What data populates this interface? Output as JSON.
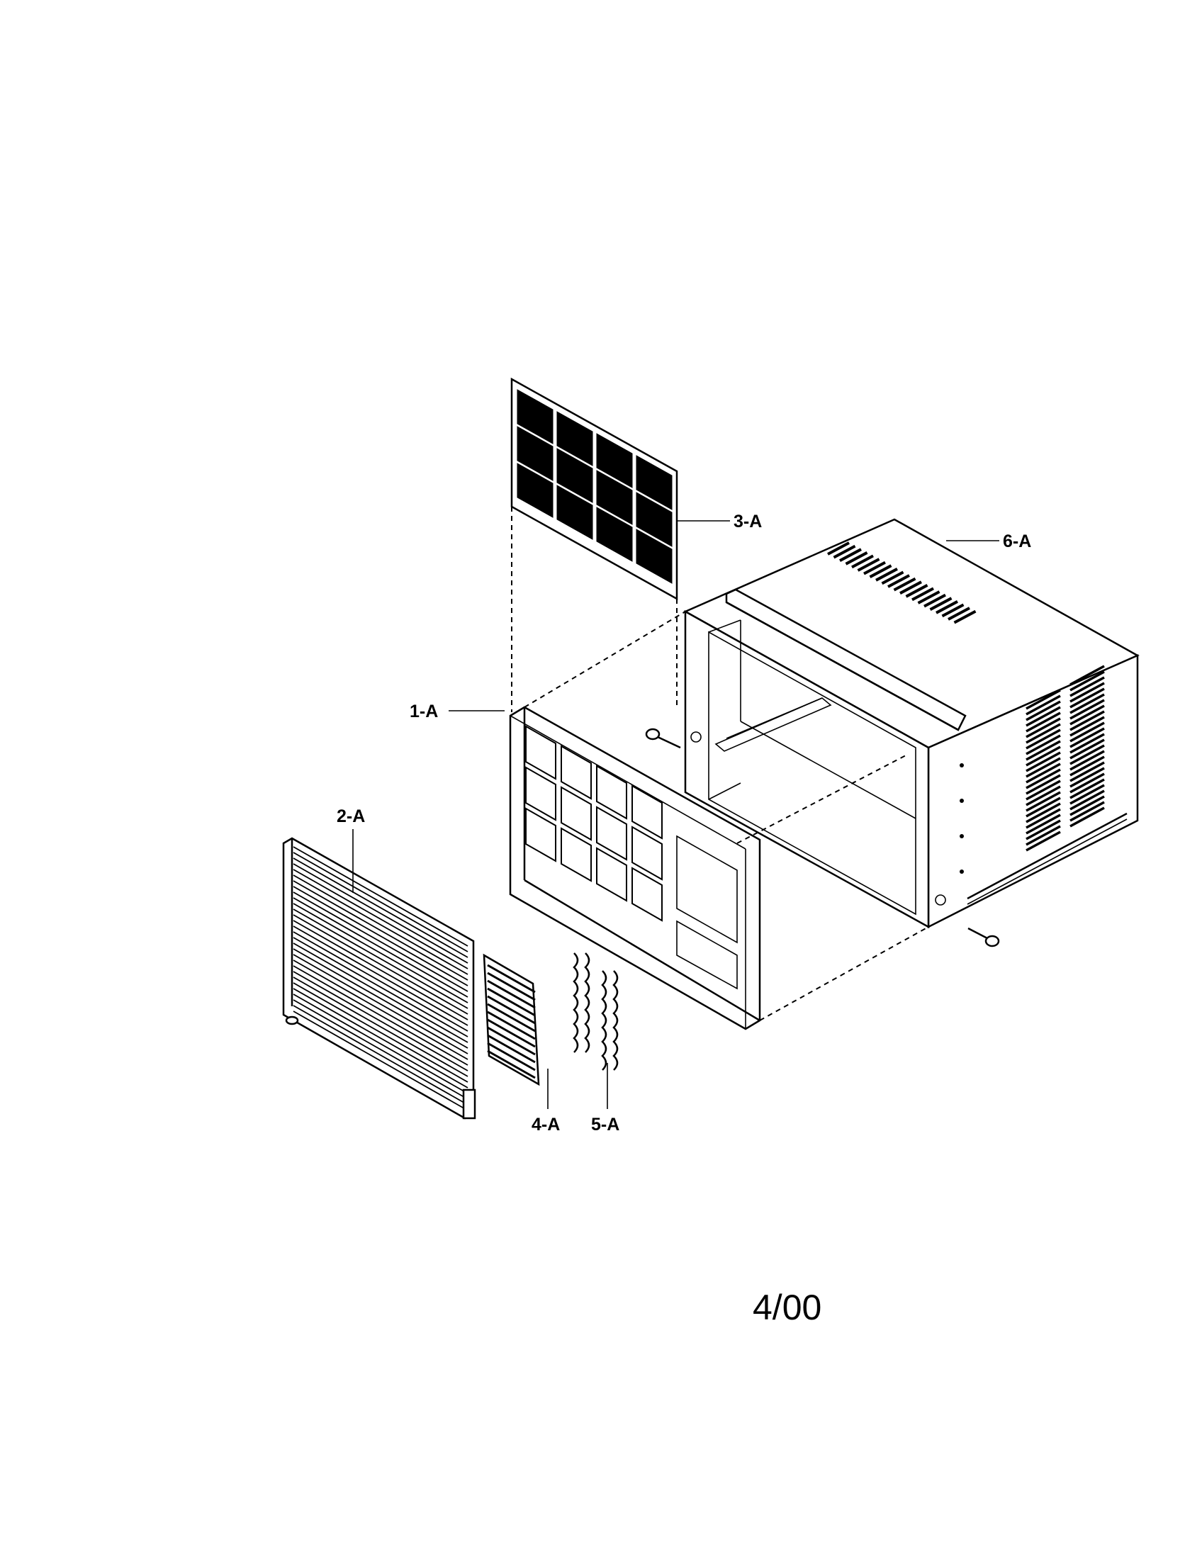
{
  "parts": [
    {
      "id": "1-A"
    },
    {
      "id": "2-A"
    },
    {
      "id": "3-A"
    },
    {
      "id": "4-A"
    },
    {
      "id": "5-A"
    },
    {
      "id": "6-A"
    }
  ],
  "revision": "4/00"
}
